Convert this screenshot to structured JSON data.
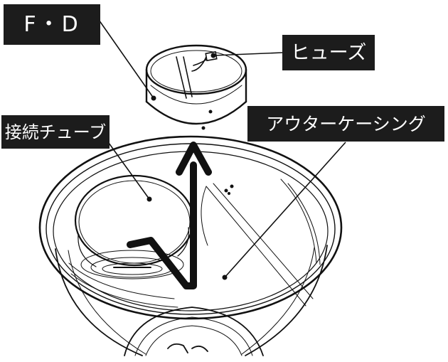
{
  "labels": {
    "fire_damper": "F・D",
    "fuse": "ヒューズ",
    "connecting_tube": "接続チューブ",
    "outer_casing": "アウターケーシング"
  },
  "colors": {
    "label_background": "#1c1c1c",
    "label_text": "#ffffff",
    "line_art": "#111111",
    "background": "#ffffff"
  },
  "icons": {
    "arrow": "up-arrow-icon"
  }
}
